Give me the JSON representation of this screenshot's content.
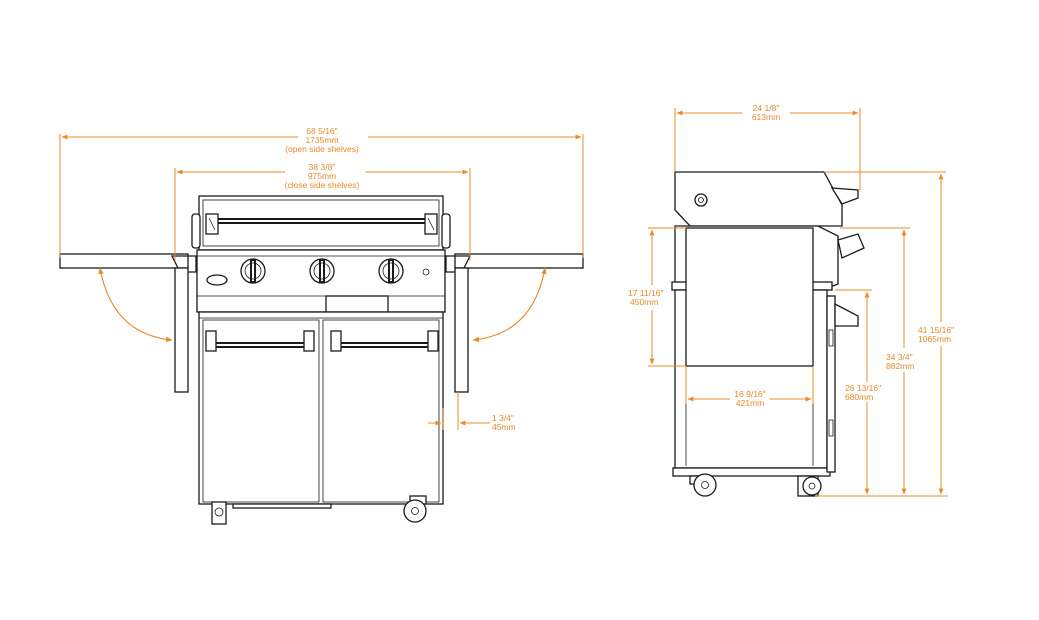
{
  "colors": {
    "dimension": "#e8892b",
    "outline": "#1a1a1a",
    "background": "#ffffff"
  },
  "front_view": {
    "open_width": {
      "inch": "68 5/16\"",
      "mm": "1735mm",
      "note": "(open side shelves)"
    },
    "closed_width": {
      "inch": "38 3/8\"",
      "mm": "975mm",
      "note": "(close side shelves)"
    },
    "leg_offset": {
      "inch": "1 3/4\"",
      "mm": "45mm"
    }
  },
  "side_view": {
    "depth": {
      "inch": "24 1/8\"",
      "mm": "613mm"
    },
    "total_height": {
      "inch": "41 15/16\"",
      "mm": "1065mm"
    },
    "counter_height": {
      "inch": "34 3/4\"",
      "mm": "882mm"
    },
    "shelf_height": {
      "inch": "26 13/16\"",
      "mm": "680mm"
    },
    "cabinet_height": {
      "inch": "17 11/16\"",
      "mm": "450mm"
    },
    "cabinet_depth": {
      "inch": "16 9/16\"",
      "mm": "421mm"
    }
  }
}
